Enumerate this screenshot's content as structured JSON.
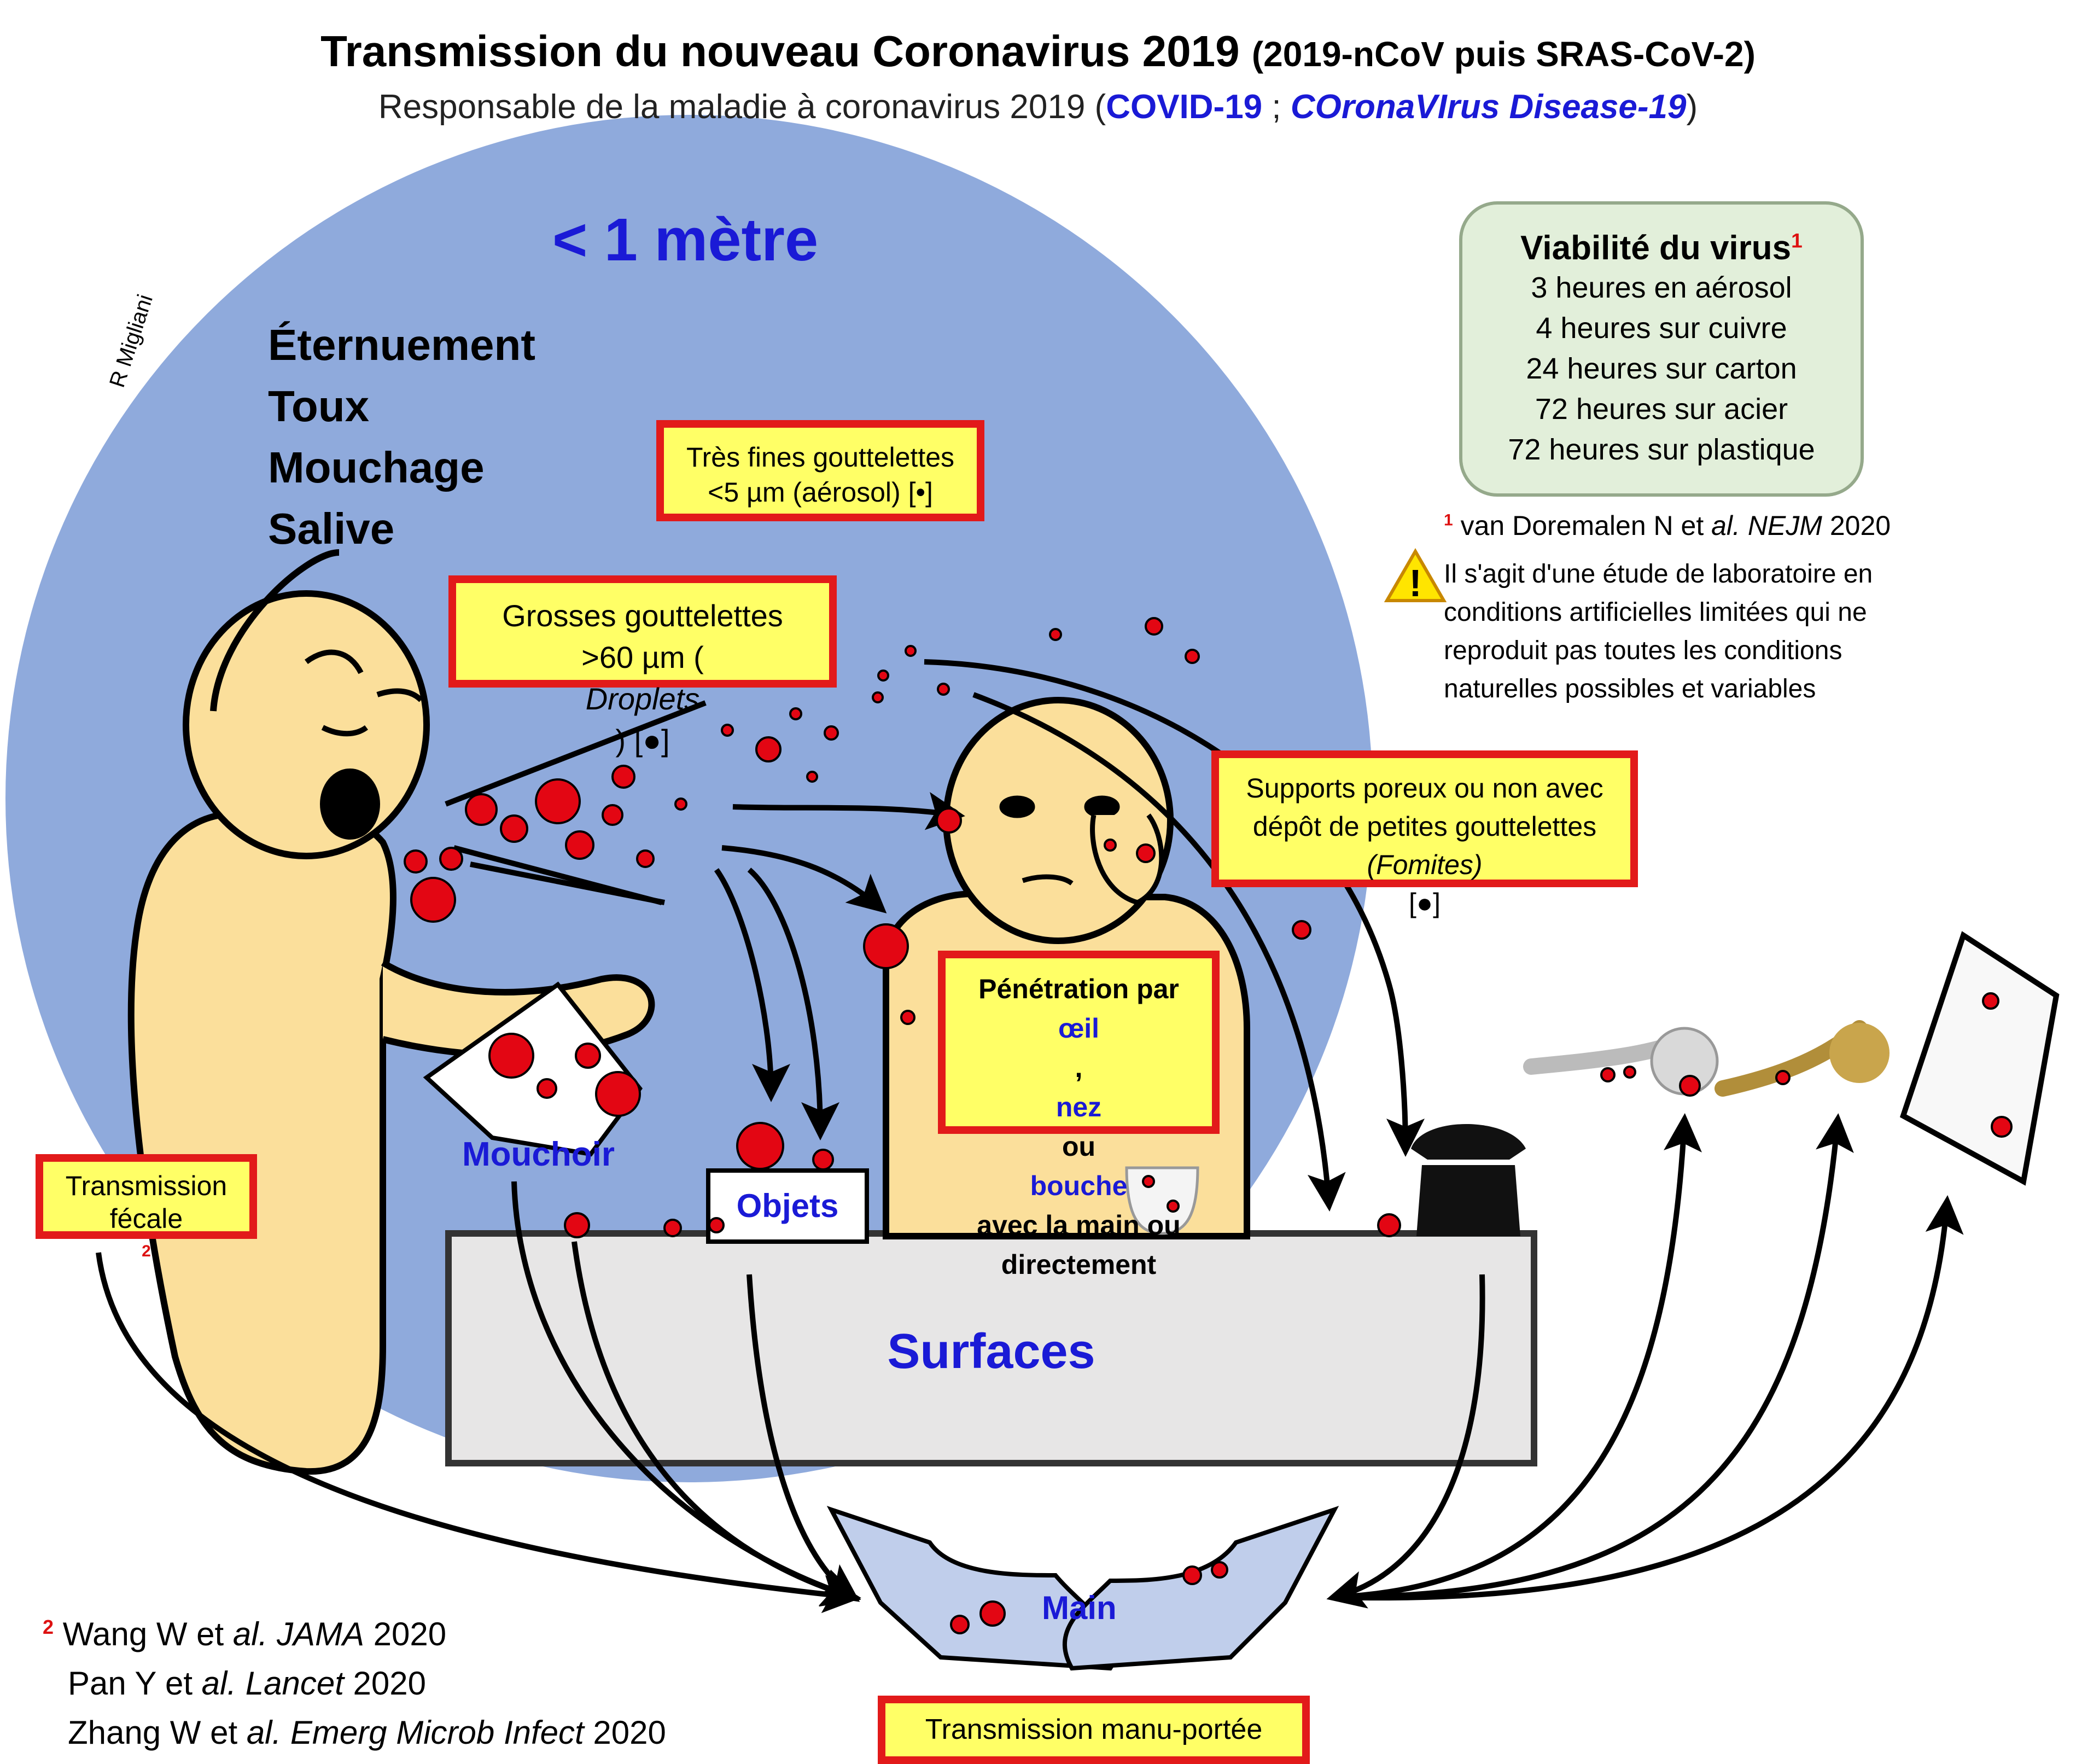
{
  "title": {
    "main": "Transmission du nouveau Coronavirus 2019",
    "paren": "(2019-nCoV puis SRAS-CoV-2)"
  },
  "subtitle": {
    "prefix": "Responsable de la maladie à coronavirus 2019 (",
    "covid": "COVID-19",
    "sep": " ; ",
    "expansion": "COronaVIrus Disease-19",
    "suffix": ")"
  },
  "distance_label": "< 1 mètre",
  "actions": [
    "Éternuement",
    "Toux",
    "Mouchage",
    "Salive"
  ],
  "author": "R Migliani",
  "fine_droplets": {
    "line1": "Très fines gouttelettes",
    "line2": "<5 µm (aérosol) [•]"
  },
  "big_droplets": {
    "line1": "Grosses gouttelettes",
    "line2_prefix": ">60 µm (",
    "line2_italic": "Droplets",
    "line2_suffix": ") [●]"
  },
  "viability": {
    "title": "Viabilité du virus",
    "ref_mark": "1",
    "items": [
      "3 heures en aérosol",
      "4 heures sur cuivre",
      "24 heures sur carton",
      "72 heures sur acier",
      "72 heures sur plastique"
    ]
  },
  "ref1": {
    "mark": "1",
    "prefix": " van Doremalen N et ",
    "italic": "al. NEJM",
    "suffix": " 2020"
  },
  "warning": {
    "icon": "warning-triangle-icon",
    "lines": [
      "Il s'agit d'une étude de laboratoire en",
      "conditions artificielles limitées qui ne",
      "reproduit pas toutes les conditions",
      "naturelles possibles et variables"
    ]
  },
  "fomites": {
    "line1": "Supports poreux ou non avec",
    "line2": "dépôt de petites gouttelettes",
    "line3_italic": "(Fomites)",
    "line3_suffix": " [●]"
  },
  "penetration": {
    "line1": "Pénétration par",
    "eye": "œil",
    "comma": ", ",
    "nose": "nez",
    "or": " ou ",
    "mouth": "bouche",
    "line3": "avec la main ou",
    "line4": "directement"
  },
  "mouchoir": "Mouchoir",
  "objets": "Objets",
  "surfaces": "Surfaces",
  "fecal": {
    "line1": "Transmission",
    "line2": "fécale",
    "mark": "2"
  },
  "main_label": "Main",
  "manu": "Transmission manu-portée",
  "refs2": [
    {
      "mark": "2",
      "prefix": " Wang W et ",
      "italic": "al. JAMA",
      "suffix": " 2020"
    },
    {
      "prefix": "Pan Y et ",
      "italic": "al. Lancet",
      "suffix": " 2020"
    },
    {
      "prefix": "Zhang W et ",
      "italic": "al. Emerg Microb Infect",
      "suffix": " 2020"
    }
  ],
  "colors": {
    "circle": "#8faadc",
    "skin": "#fbdf9b",
    "droplet": "#e30613",
    "label_blue": "#1a1ad6",
    "box_fill": "#ffff66",
    "box_border": "#e21a1a"
  }
}
